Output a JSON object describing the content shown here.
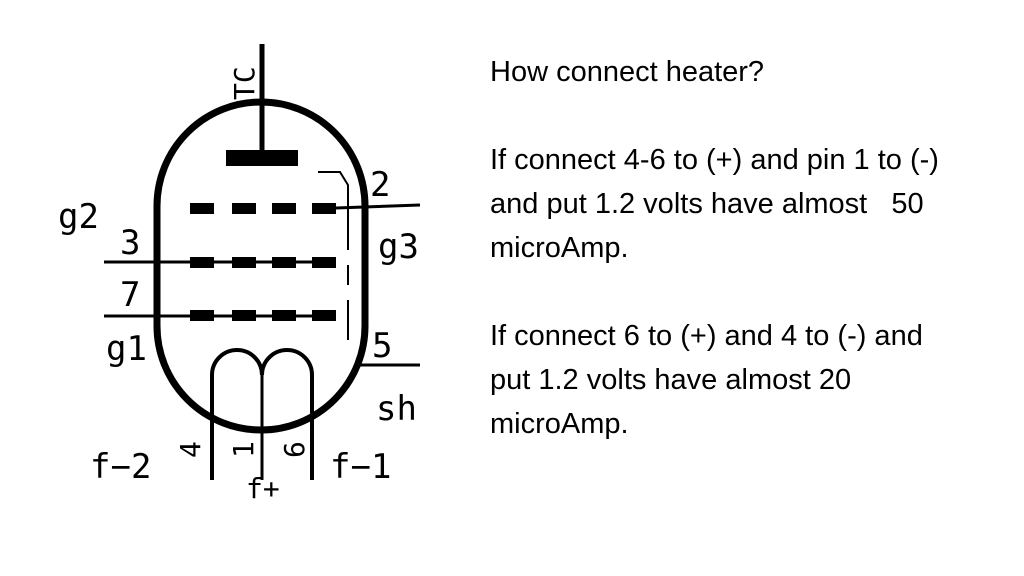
{
  "diagram": {
    "labels": {
      "top_cap": "TC",
      "g2": "g2",
      "pin3": "3",
      "pin7": "7",
      "g1": "g1",
      "pin2": "2",
      "g3": "g3",
      "pin5": "5",
      "sh": "sh",
      "pin4": "4",
      "pin1": "1",
      "pin6": "6",
      "f_minus_2": "f−2",
      "f_plus": "f+",
      "f_minus_1": "f−1"
    },
    "colors": {
      "stroke": "#000000",
      "background": "#ffffff"
    }
  },
  "notes": {
    "question": "How connect heater?",
    "case1": {
      "line1": "If connect 4-6 to (+) and pin 1 to (-)",
      "line2": "and put 1.2 volts have almost   50",
      "line3": "microAmp."
    },
    "case2": {
      "line1": "If connect 6 to (+) and 4 to (-) and",
      "line2": "put 1.2 volts have almost 20",
      "line3": "microAmp."
    }
  }
}
